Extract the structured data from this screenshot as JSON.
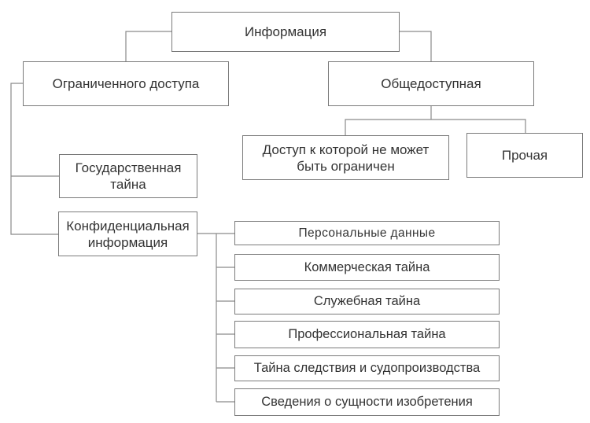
{
  "root": {
    "label": "Информация"
  },
  "branches": {
    "restricted": {
      "label": "Ограниченного доступа",
      "children": {
        "state_secret": "Государственная\nтайна",
        "confidential": {
          "label": "Конфиденциальная\nинформация",
          "children": [
            "Персональные данные",
            "Коммерческая тайна",
            "Служебная тайна",
            "Профессиональная тайна",
            "Тайна следствия и судопроизводства",
            "Сведения о сущности изобретения"
          ]
        }
      }
    },
    "public": {
      "label": "Общедоступная",
      "children": {
        "unrestrictable": "Доступ к которой не может\nбыть ограничен",
        "other": "Прочая"
      }
    }
  },
  "colors": {
    "line": "#8a8a8a",
    "border": "#7a7a7a",
    "text": "#333333"
  }
}
